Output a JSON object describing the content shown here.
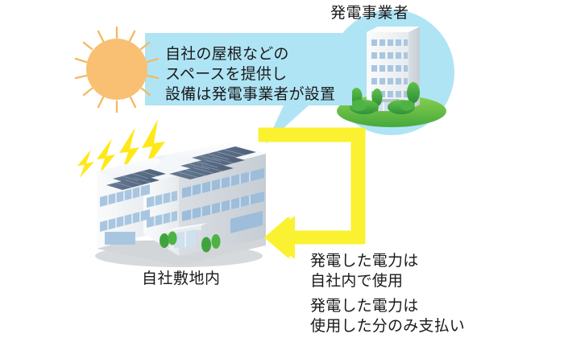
{
  "diagram": {
    "title_label": "発電事業者",
    "site_label": "自社敷地内",
    "bubble": {
      "text": "自社の屋根などの\nスペースを提供し\n設備は発電事業者が設置",
      "fill": "#AFE4F5"
    },
    "notes": [
      {
        "id": "usage",
        "text": "発電した電力は\n自社内で使用"
      },
      {
        "id": "payment",
        "text": "発電した電力は\n使用した分のみ支払い"
      }
    ],
    "icons": {
      "sun": "sun-icon",
      "lightning": "lightning-bolt-icon",
      "office_building": "office-building-icon",
      "factory_building": "factory-building-with-solar-panels-icon",
      "arrow": "u-turn-arrow-left-icon",
      "tree": "tree-icon",
      "bush": "bush-icon"
    },
    "colors": {
      "sun_disc": "#F9C074",
      "sun_ray": "#F5B963",
      "bolt": "#FFE81A",
      "arrow": "#FAF230",
      "circle": "#AFE4F5",
      "grass_light": "#8BD14F",
      "grass_dark": "#46A93C",
      "building_wall": "#F2F4F6",
      "building_shade": "#D8DDE2",
      "window_blue": "#A8C6E0",
      "solar_panel": "#5A6B82",
      "text": "#1a1a1a"
    }
  }
}
